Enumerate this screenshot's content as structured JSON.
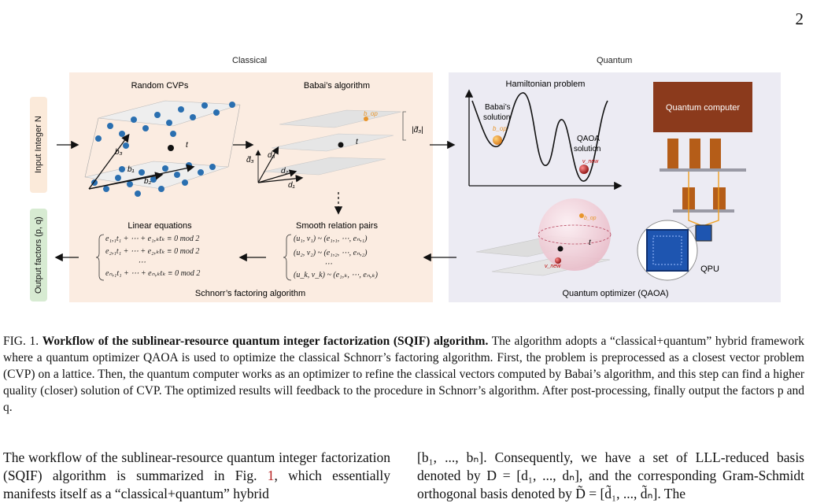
{
  "page_number": "2",
  "figure": {
    "headers": {
      "classical": "Classical",
      "quantum": "Quantum"
    },
    "input_tag": "Input Integer N",
    "output_tag": "Output factors (p, q)",
    "random_cvps": {
      "title": "Random CVPs",
      "labels": {
        "b3": "b₃",
        "b1": "b₁",
        "b2": "b₂",
        "t": "t"
      }
    },
    "babai": {
      "title": "Babai’s algorithm",
      "labels": {
        "bop": "b_op",
        "t": "t",
        "d3_hat": "d̃₃",
        "d3": "d₃",
        "d2": "d₂",
        "d1": "d₁",
        "d3_side": "|d̃₃|"
      }
    },
    "hamiltonian": {
      "title": "Hamiltonian problem",
      "babai_solution": [
        "Babai’s",
        "solution"
      ],
      "bop": "b_op",
      "qaoa_solution": [
        "QAOA",
        "solution"
      ],
      "vnew": "v_new"
    },
    "quantum_computer": {
      "title": "Quantum computer",
      "qpu": "QPU"
    },
    "qaoa_optimizer": {
      "title": "Quantum optimizer (QAOA)",
      "labels": {
        "bop": "b_op",
        "t": "t",
        "vnew": "v_new"
      }
    },
    "smooth_pairs": {
      "title": "Smooth relation pairs",
      "rows": [
        "(u₁, v₁) ~ (e₁,₁, ⋯, eₙ,₁)",
        "(u₂, v₂) ~ (e₁,₂, ⋯, eₙ,₂)",
        "⋯",
        "(u_k, v_k) ~ (e₁,ₖ, ⋯, eₙ,ₖ)"
      ]
    },
    "linear_equations": {
      "title": "Linear equations",
      "rows": [
        "e₁,₁t₁ + ⋯ + e₁,ₖtₖ ≡ 0 mod 2",
        "e₂,₁t₁ + ⋯ + e₂,ₖtₖ ≡ 0 mod 2",
        "⋯",
        "eₙ,₁t₁ + ⋯ + eₙ,ₖtₖ ≡ 0 mod 2"
      ]
    },
    "schnorr_title": "Schnorr’s factoring algorithm"
  },
  "caption": {
    "prefix": "FIG. 1.",
    "bold": "Workflow of the sublinear-resource quantum integer factorization (SQIF) algorithm.",
    "text": "The algorithm adopts a “classical+quantum” hybrid framework where a quantum optimizer QAOA is used to optimize the classical Schnorr’s factoring algorithm. First, the problem is preprocessed as a closest vector problem (CVP) on a lattice. Then, the quantum computer works as an optimizer to refine the classical vectors computed by Babai’s algorithm, and this step can find a higher quality (closer) solution of CVP. The optimized results will feedback to the procedure in Schnorr’s algorithm. After post-processing, finally output the factors p and q."
  },
  "body_left": {
    "text_a": "The workflow of the sublinear-resource quantum integer factorization (SQIF) algorithm is summarized in Fig. ",
    "ref": "1",
    "text_b": ", which essentially manifests itself as a “classical+quantum” hybrid"
  },
  "body_right": {
    "text": "[b₁, ..., bₙ]. Consequently, we have a set of LLL-reduced basis denoted by D = [d₁, ..., dₙ], and the corresponding Gram-Schmidt orthogonal basis denoted by D̃ = [d̃₁, ..., d̃ₙ]. The"
  },
  "colors": {
    "classical_bg": "#fbece1",
    "quantum_bg": "#ecebf3",
    "input_tag_bg": "#fbeada",
    "output_tag_bg": "#d7ebd2",
    "lattice_point": "#2a6fb0",
    "qc_brown": "#8b3a1c",
    "wire_orange": "#f0a020",
    "ref_red": "#b51f1f"
  }
}
